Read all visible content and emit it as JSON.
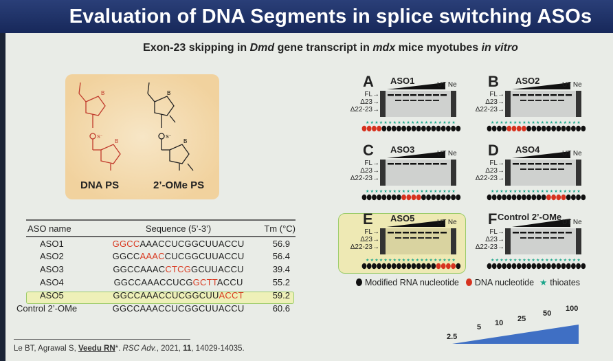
{
  "title": "Evaluation of DNA Segments in splice switching ASOs",
  "subtitle": {
    "prefix": "Exon-23 skipping in ",
    "gene": "Dmd",
    "mid": " gene transcript in ",
    "model": "mdx",
    "mid2": " mice myotubes ",
    "suffix": "in vitro"
  },
  "chem": {
    "left_label": "DNA PS",
    "right_label": "2’-OMe PS"
  },
  "table": {
    "headers": {
      "name": "ASO name",
      "sequence": "Sequence (5’-3’)",
      "tm": "Tm (°C)"
    },
    "rows": [
      {
        "name": "ASO1",
        "pre": "",
        "dna": "GGCC",
        "post": "AAACCUCGGCUUACCU",
        "tm": "56.9"
      },
      {
        "name": "ASO2",
        "pre": "GGCC",
        "dna": "AAAC",
        "post": "CUCGGCUUACCU",
        "tm": "56.4"
      },
      {
        "name": "ASO3",
        "pre": "GGCCAAAC",
        "dna": "CTCG",
        "post": "GCUUACCU",
        "tm": "39.4"
      },
      {
        "name": "ASO4",
        "pre": "GGCCAAACCUCG",
        "dna": "GCTT",
        "post": "ACCU",
        "tm": "55.2"
      },
      {
        "name": "ASO5",
        "pre": "GGCCAAACCUCGGCUU",
        "dna": "ACCT",
        "post": "",
        "tm": "59.2"
      },
      {
        "name": "Control 2’-OMe",
        "pre": "GGCCAAACCUCGGCUUACCU",
        "dna": "",
        "post": "",
        "tm": "60.6"
      }
    ]
  },
  "citation": {
    "authors": "Le BT, Agrawal S, ",
    "highlight": "Veedu RN",
    "star": "*. ",
    "journal": "RSC Adv.",
    "year": ", 2021, ",
    "vol": "11",
    "pages": ", 14029-14035."
  },
  "panels": [
    {
      "letter": "A",
      "label": "ASO1",
      "dna_positions": [
        0,
        1,
        2,
        3
      ]
    },
    {
      "letter": "B",
      "label": "ASO2",
      "dna_positions": [
        4,
        5,
        6,
        7
      ]
    },
    {
      "letter": "C",
      "label": "ASO3",
      "dna_positions": [
        8,
        9,
        10,
        11
      ]
    },
    {
      "letter": "D",
      "label": "ASO4",
      "dna_positions": [
        12,
        13,
        14,
        15
      ]
    },
    {
      "letter": "E",
      "label": "ASO5",
      "dna_positions": [
        15,
        16,
        17,
        18
      ]
    },
    {
      "letter": "F",
      "label": "Control 2’-OMe",
      "dna_positions": []
    }
  ],
  "gel": {
    "lanes_label": "UT Ne",
    "bands": [
      "FL",
      "Δ23",
      "Δ22-23"
    ]
  },
  "legend": {
    "rna": "Modified RNA nucleotide",
    "dna": "DNA nucleotide",
    "thio": "thioates"
  },
  "concentrations": [
    "2.5",
    "5",
    "10",
    "25",
    "50",
    "100"
  ],
  "colors": {
    "header": "#1f3268",
    "dna": "#d63320",
    "thio": "#1aa58a",
    "highlight": "#eef0b8"
  }
}
